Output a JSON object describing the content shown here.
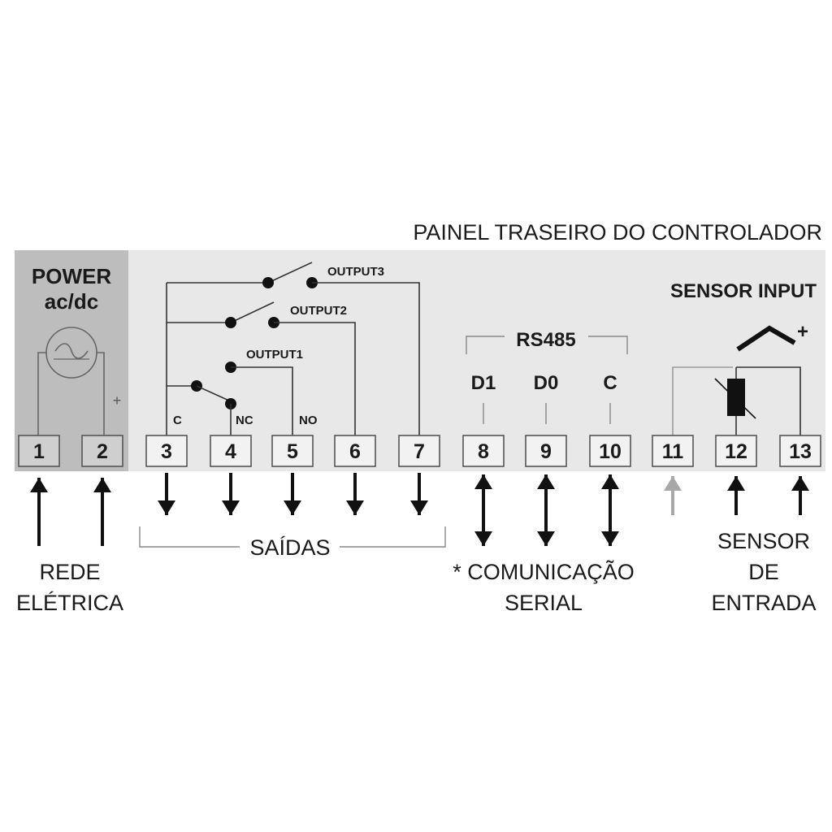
{
  "header": {
    "title": "PAINEL TRASEIRO DO CONTROLADOR"
  },
  "power": {
    "line1": "POWER",
    "line2": "ac/dc",
    "plus": "+"
  },
  "outputs": {
    "output1": "OUTPUT1",
    "output2": "OUTPUT2",
    "output3": "OUTPUT3",
    "c": "C",
    "nc": "NC",
    "no": "NO"
  },
  "rs485": {
    "title": "RS485",
    "d1": "D1",
    "d0": "D0",
    "c": "C"
  },
  "sensor": {
    "title": "SENSOR INPUT",
    "plus": "+"
  },
  "terminals": [
    "1",
    "2",
    "3",
    "4",
    "5",
    "6",
    "7",
    "8",
    "9",
    "10",
    "11",
    "12",
    "13"
  ],
  "captions": {
    "rede_line1": "REDE",
    "rede_line2": "ELÉTRICA",
    "saidas": "SAÍDAS",
    "comunicacao_line1": "* COMUNICAÇÃO",
    "comunicacao_line2": "SERIAL",
    "sensor_line1": "SENSOR",
    "sensor_line2": "DE",
    "sensor_line3": "ENTRADA"
  },
  "colors": {
    "panel": "#e8e8e8",
    "power_panel": "#bdbdbd",
    "ink": "#1a1a1a",
    "gray_arrow": "#a8a8a8"
  }
}
